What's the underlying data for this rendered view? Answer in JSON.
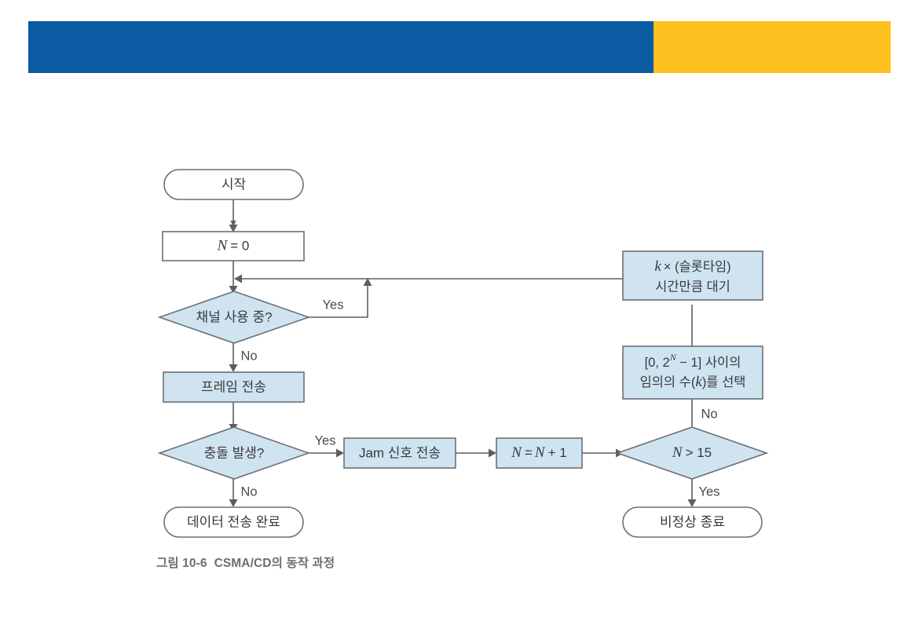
{
  "header": {
    "bar_primary_color": "#0b5ba3",
    "bar_accent_color": "#fdc220"
  },
  "figure": {
    "caption_number": "그림 10-6",
    "caption_text": "CSMA/CD의 동작 과정",
    "fill_white": "#ffffff",
    "fill_blue": "#cfe3f1",
    "stroke_color": "#6b7076",
    "line_color": "#5b5f63"
  },
  "flowchart": {
    "type": "flowchart",
    "title": "CSMA/CD의 동작 과정",
    "nodes": [
      {
        "id": "start",
        "shape": "terminator",
        "label": "시작",
        "fill": "white"
      },
      {
        "id": "n_zero",
        "shape": "process",
        "label": "N = 0",
        "fill": "white"
      },
      {
        "id": "channel_busy",
        "shape": "decision",
        "label": "채널 사용 중?",
        "fill": "blue"
      },
      {
        "id": "send_frame",
        "shape": "process",
        "label": "프레임 전송",
        "fill": "blue"
      },
      {
        "id": "collision",
        "shape": "decision",
        "label": "충돌 발생?",
        "fill": "blue"
      },
      {
        "id": "data_done",
        "shape": "terminator",
        "label": "데이터 전송 완료",
        "fill": "white"
      },
      {
        "id": "jam",
        "shape": "process",
        "label": "Jam 신호 전송",
        "fill": "blue"
      },
      {
        "id": "n_incr",
        "shape": "process",
        "label": "N = N + 1",
        "fill": "blue"
      },
      {
        "id": "n_gt_15",
        "shape": "decision",
        "label": "N > 15",
        "fill": "blue"
      },
      {
        "id": "abort",
        "shape": "terminator",
        "label": "비정상 종료",
        "fill": "white"
      },
      {
        "id": "pick_k",
        "shape": "process",
        "label": "[0, 2ᴺ − 1] 사이의 임의의 수(k)를 선택",
        "fill": "blue"
      },
      {
        "id": "wait_k",
        "shape": "process",
        "label": "k × (슬롯타임) 시간만큼 대기",
        "fill": "blue"
      }
    ],
    "node_text": {
      "start": "시작",
      "n_zero_var": "N",
      "n_zero_rest": "= 0",
      "channel_busy": "채널 사용 중?",
      "send_frame": "프레임 전송",
      "collision": "충돌 발생?",
      "data_done": "데이터 전송 완료",
      "jam": "Jam 신호 전송",
      "n_incr_var1": "N",
      "n_incr_mid": "=",
      "n_incr_var2": "N",
      "n_incr_tail": "+ 1",
      "n_gt_15_var": "N",
      "n_gt_15_rest": "> 15",
      "abort": "비정상 종료",
      "pick_k_line1_pre": "[0, 2",
      "pick_k_line1_sup": "N",
      "pick_k_line1_post": " − 1] 사이의",
      "pick_k_line2_pre": "임의의 수(",
      "pick_k_line2_var": "k",
      "pick_k_line2_post": ")를 선택",
      "wait_k_line1_var": "k",
      "wait_k_line1_rest": "× (슬롯타임)",
      "wait_k_line2": "시간만큼 대기"
    },
    "edges": [
      {
        "from": "start",
        "to": "n_zero",
        "label": ""
      },
      {
        "from": "n_zero",
        "to": "channel_busy",
        "label": ""
      },
      {
        "from": "channel_busy",
        "to": "wait_k",
        "label": "Yes"
      },
      {
        "from": "channel_busy",
        "to": "send_frame",
        "label": "No"
      },
      {
        "from": "send_frame",
        "to": "collision",
        "label": ""
      },
      {
        "from": "collision",
        "to": "data_done",
        "label": "No"
      },
      {
        "from": "collision",
        "to": "jam",
        "label": "Yes"
      },
      {
        "from": "jam",
        "to": "n_incr",
        "label": ""
      },
      {
        "from": "n_incr",
        "to": "n_gt_15",
        "label": ""
      },
      {
        "from": "n_gt_15",
        "to": "abort",
        "label": "Yes"
      },
      {
        "from": "n_gt_15",
        "to": "pick_k",
        "label": "No"
      },
      {
        "from": "pick_k",
        "to": "wait_k",
        "label": ""
      },
      {
        "from": "wait_k",
        "to": "channel_busy",
        "label": ""
      }
    ],
    "edge_labels": {
      "busy_yes": "Yes",
      "busy_no": "No",
      "collision_yes": "Yes",
      "collision_no": "No",
      "n15_yes": "Yes",
      "n15_no": "No"
    }
  }
}
